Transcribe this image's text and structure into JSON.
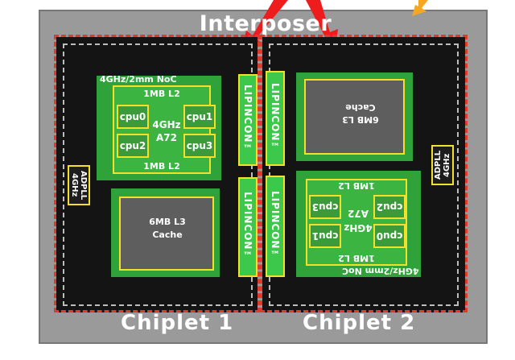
{
  "interposer_label": "Interposer",
  "chiplets": [
    {
      "label": "Chiplet 1",
      "noc": "4GHz/2mm NoC",
      "l2_top": "1MB L2",
      "l2_bottom": "1MB L2",
      "cpus": [
        "cpu0",
        "cpu1",
        "cpu2",
        "cpu3"
      ],
      "core_line1": "4GHz",
      "core_line2": "A72",
      "cache_line1": "6MB L3",
      "cache_line2": "Cache",
      "adpll_line1": "4GHz",
      "adpll_line2": "ADPLL"
    },
    {
      "label": "Chiplet 2",
      "noc": "4GHz/2mm NoC",
      "l2_top": "1MB L2",
      "l2_bottom": "1MB L2",
      "cpus": [
        "cpu3",
        "cpu2",
        "cpu1",
        "cpu0"
      ],
      "core_line1": "4GHz",
      "core_line2": "A72",
      "cache_line1": "6MB L3",
      "cache_line2": "Cache",
      "adpll_line1": "4GHz",
      "adpll_line2": "ADPLL"
    }
  ],
  "lipincon": [
    "LIPINCON™",
    "LIPINCON™",
    "LIPINCON™",
    "LIPINCON™"
  ],
  "colors": {
    "interposer": "#9a9a9a",
    "die": "#141414",
    "core_green": "#2fa33a",
    "highlight_yellow": "#f2e02a",
    "dashed_red": "#e03a2a",
    "arrow_red": "#ee1c1c",
    "arrow_orange": "#f5a623"
  }
}
